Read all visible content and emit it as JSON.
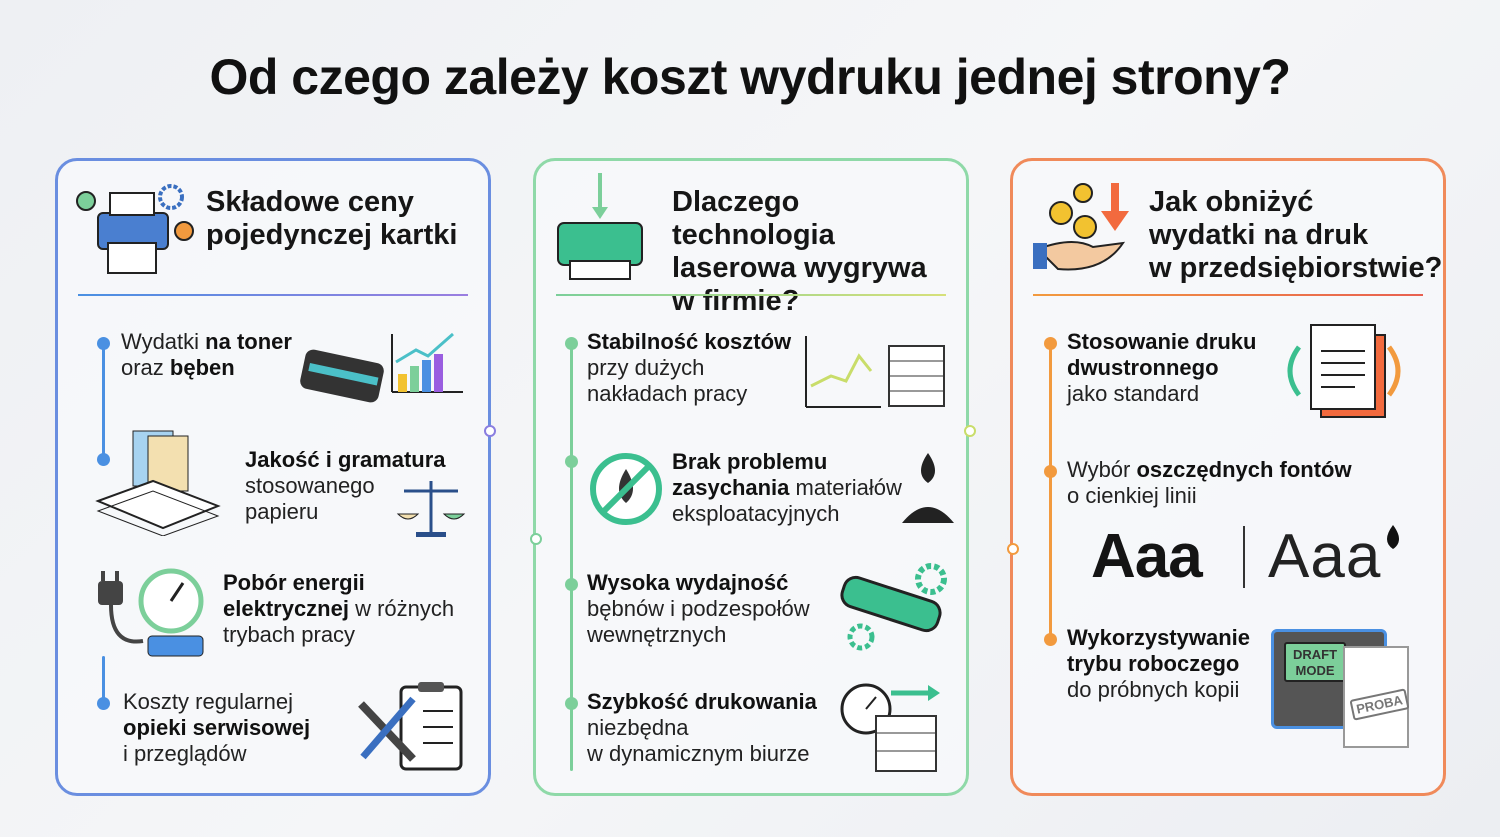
{
  "title": "Od czego zależy koszt wydruku jednej strony?",
  "colors": {
    "panel1": "#6a8ee0",
    "panel2": "#8fd9a8",
    "panel3": "#f08a5a",
    "dot1": "#4a90e2",
    "dot2": "#7ccf9a",
    "dot3": "#f29a3e"
  },
  "panels": [
    {
      "heading": [
        "Składowe ceny",
        "pojedynczej kartki"
      ],
      "icon": "printer-cost-icon",
      "items": [
        {
          "icon": "toner-chart-icon",
          "lines": [
            [
              {
                "t": "Wydatki "
              },
              {
                "t": "na toner",
                "b": true
              }
            ],
            [
              {
                "t": "oraz "
              },
              {
                "t": "bęben",
                "b": true
              }
            ]
          ]
        },
        {
          "icon": "paper-scale-icon",
          "lines": [
            [
              {
                "t": "Jakość i gramatura",
                "b": true
              }
            ],
            [
              {
                "t": "stosowanego"
              }
            ],
            [
              {
                "t": "papieru"
              }
            ]
          ]
        },
        {
          "icon": "energy-plug-icon",
          "lines": [
            [
              {
                "t": "Pobór energii",
                "b": true
              }
            ],
            [
              {
                "t": "elektrycznej",
                "b": true
              },
              {
                "t": " w różnych"
              }
            ],
            [
              {
                "t": "trybach pracy"
              }
            ]
          ]
        },
        {
          "icon": "service-tools-icon",
          "lines": [
            [
              {
                "t": "Koszty regularnej"
              }
            ],
            [
              {
                "t": "opieki serwisowej",
                "b": true
              }
            ],
            [
              {
                "t": "i przeglądów"
              }
            ]
          ]
        }
      ]
    },
    {
      "heading": [
        "Dlaczego technologia",
        "laserowa wygrywa",
        "w firmie?"
      ],
      "icon": "laser-printer-icon",
      "items": [
        {
          "icon": "stable-cost-chart-icon",
          "lines": [
            [
              {
                "t": "Stabilność kosztów",
                "b": true
              }
            ],
            [
              {
                "t": "przy dużych"
              }
            ],
            [
              {
                "t": "nakładach pracy"
              }
            ]
          ]
        },
        {
          "icon": "no-drying-icon",
          "lines": [
            [
              {
                "t": "Brak problemu",
                "b": true
              }
            ],
            [
              {
                "t": "zasychania",
                "b": true
              },
              {
                "t": " materiałów"
              }
            ],
            [
              {
                "t": "eksploatacyjnych"
              }
            ]
          ]
        },
        {
          "icon": "drum-gears-icon",
          "lines": [
            [
              {
                "t": "Wysoka wydajność",
                "b": true
              }
            ],
            [
              {
                "t": "bębnów i podzespołów"
              }
            ],
            [
              {
                "t": "wewnętrznych"
              }
            ]
          ]
        },
        {
          "icon": "stopwatch-paper-icon",
          "lines": [
            [
              {
                "t": "Szybkość drukowania",
                "b": true
              }
            ],
            [
              {
                "t": "niezbędna"
              }
            ],
            [
              {
                "t": "w dynamicznym biurze"
              }
            ]
          ]
        }
      ]
    },
    {
      "heading": [
        "Jak obniżyć",
        "wydatki na druk",
        "w przedsiębiorstwie?"
      ],
      "icon": "savings-hand-icon",
      "items": [
        {
          "icon": "duplex-document-icon",
          "lines": [
            [
              {
                "t": "Stosowanie druku",
                "b": true
              }
            ],
            [
              {
                "t": "dwustronnego",
                "b": true
              }
            ],
            [
              {
                "t": "jako standard"
              }
            ]
          ]
        },
        {
          "icon": "font-sample",
          "lines": [
            [
              {
                "t": "Wybór "
              },
              {
                "t": "oszczędnych fontów",
                "b": true
              }
            ],
            [
              {
                "t": "o cienkiej linii"
              }
            ]
          ]
        },
        {
          "icon": "draft-mode-printer-icon",
          "lines": [
            [
              {
                "t": "Wykorzystywanie",
                "b": true
              }
            ],
            [
              {
                "t": "trybu roboczego",
                "b": true
              }
            ],
            [
              {
                "t": "do próbnych kopii"
              }
            ]
          ]
        }
      ]
    }
  ],
  "font_sample": {
    "bold": "Aaa",
    "thin": "Aaa"
  },
  "draft_label": [
    "DRAFT",
    "MODE"
  ],
  "stamp_label": "PROBA"
}
